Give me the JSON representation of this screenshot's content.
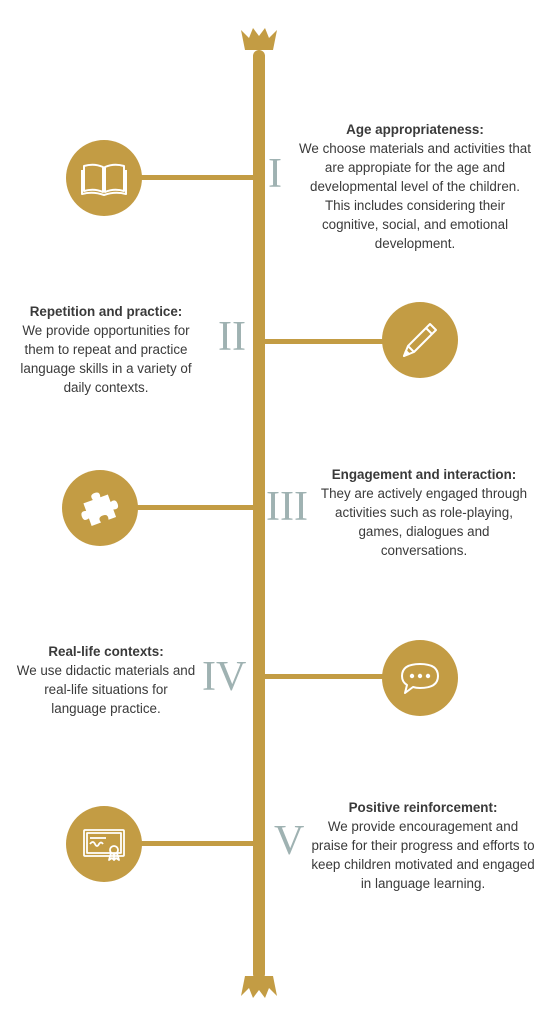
{
  "colors": {
    "gold": "#c39c44",
    "numeral": "#9fb2b2",
    "text": "#3a3a3a"
  },
  "items": [
    {
      "numeral": "I",
      "icon": "book-icon",
      "title": "Age appropriateness:",
      "body": "We choose materials and activities that are appropiate for the age and developmental level of the children. This includes considering their cognitive, social, and emotional development."
    },
    {
      "numeral": "II",
      "icon": "pencil-icon",
      "title": "Repetition and practice:",
      "body": "We provide opportunities for them to repeat and practice language skills in a variety of daily contexts."
    },
    {
      "numeral": "III",
      "icon": "puzzle-icon",
      "title": "Engagement and interaction:",
      "body": "They are actively engaged through activities such as role-playing, games, dialogues and conversations."
    },
    {
      "numeral": "IV",
      "icon": "speech-bubble-icon",
      "title": "Real-life contexts:",
      "body": "We use didactic materials and real-life situations for language practice."
    },
    {
      "numeral": "V",
      "icon": "certificate-icon",
      "title": "Positive reinforcement:",
      "body": "We provide encouragement and praise for their progress and efforts to keep children motivated and engaged in language learning."
    }
  ]
}
